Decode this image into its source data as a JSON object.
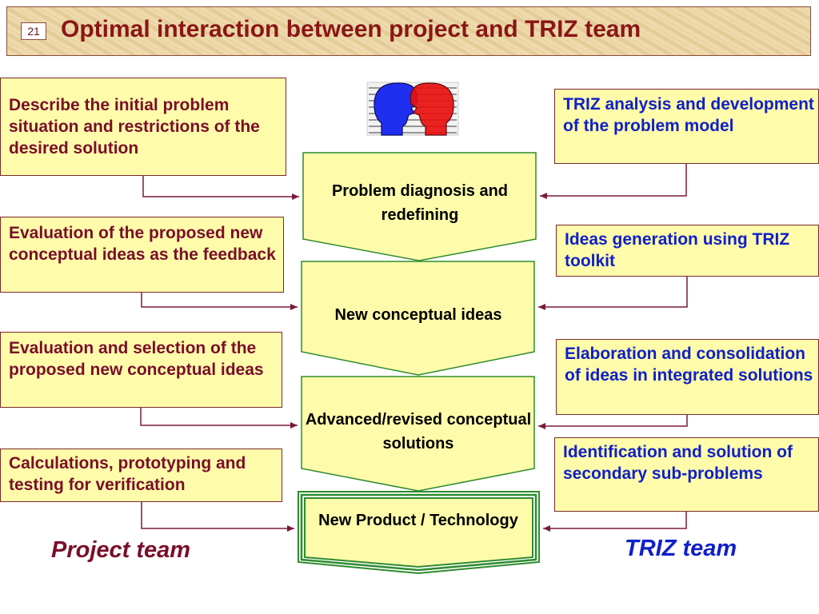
{
  "slide": {
    "number": "21",
    "title": "Optimal interaction between project and TRIZ team"
  },
  "project_team": {
    "label": "Project team",
    "steps": [
      "Describe the initial problem situation and restrictions of the desired solution",
      "Evaluation of the proposed new conceptual ideas as the feedback",
      "Evaluation and selection of the proposed new conceptual ideas",
      "Calculations, prototyping and testing for verification"
    ]
  },
  "triz_team": {
    "label": "TRIZ team",
    "steps": [
      "TRIZ analysis and development of the problem model",
      "Ideas generation using TRIZ toolkit",
      "Elaboration and consolidation of ideas in integrated solutions",
      "Identification and solution of secondary sub-problems"
    ]
  },
  "process": {
    "stages": [
      "Problem diagnosis and redefining",
      "New conceptual ideas",
      "Advanced/revised conceptual solutions",
      "New Product / Technology"
    ]
  },
  "colors": {
    "project_text": "#7a0e2a",
    "triz_text": "#0f1fc8",
    "box_fill": "#fefcaa",
    "pentagon_border": "#2e8b2e",
    "connector": "#7a1a3a",
    "head_blue": "#1f2ff0",
    "head_red": "#e81010"
  }
}
